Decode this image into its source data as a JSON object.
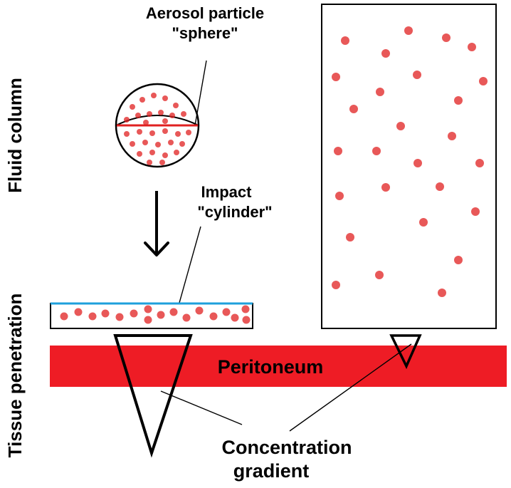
{
  "labels": {
    "aerosol_line1": "Aerosol particle",
    "aerosol_line2": "\"sphere\"",
    "impact_line1": "Impact",
    "impact_line2": "\"cylinder\"",
    "fluid_column": "Fluid column",
    "tissue_penetration": "Tissue penetration",
    "peritoneum": "Peritoneum",
    "concentration_line1": "Concentration",
    "concentration_line2": "gradient"
  },
  "colors": {
    "peritoneum": "#ee1c25",
    "droplet": "#e02020",
    "film": "#1ea0dc",
    "outline": "#000000",
    "label_on_red": "#000000"
  }
}
